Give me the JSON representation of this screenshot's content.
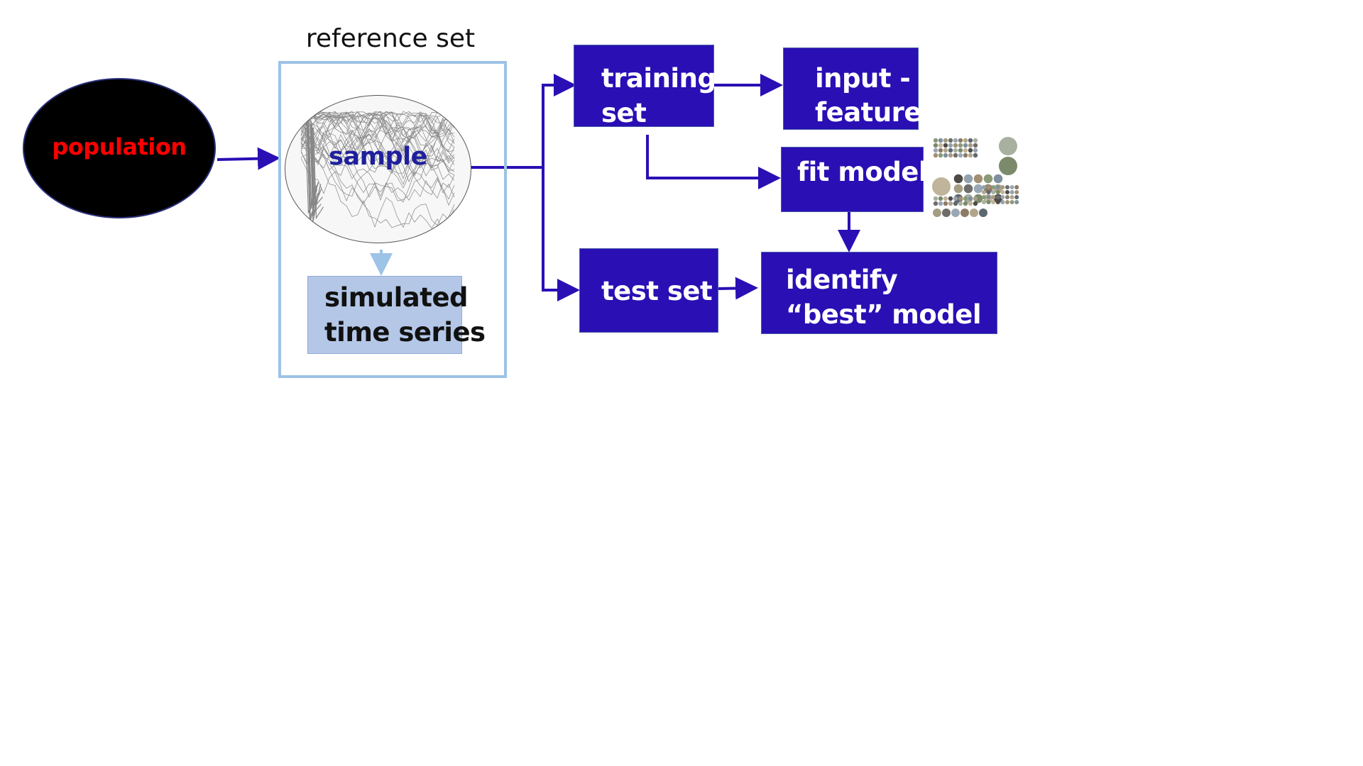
{
  "diagram": {
    "reference_set_title": "reference set",
    "nodes": {
      "population": "population",
      "sample": "sample",
      "simulated_time_series": {
        "line1": "simulated",
        "line2": "time series"
      },
      "training_set": {
        "line1": "training",
        "line2": "set"
      },
      "input_feature": {
        "line1": "input -",
        "line2": "feature"
      },
      "fit_models": "fit models",
      "test_set": "test set",
      "identify_best_model": {
        "line1": "identify",
        "line2": "“best” model"
      }
    },
    "colors": {
      "box_fill": "#2a0fb4",
      "arrow": "#2a0fb4",
      "population_fill": "#000000",
      "population_text": "#ff0000",
      "reference_frame": "#9dc3e6",
      "simulated_fill": "#b4c7e7",
      "sample_text": "#1f1f9e"
    }
  }
}
